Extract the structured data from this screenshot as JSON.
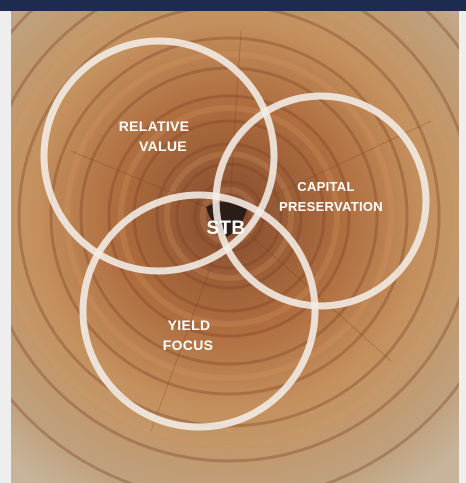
{
  "diagram": {
    "circles": [
      {
        "id": "relative-value",
        "label_lines": [
          "RELATIVE",
          "VALUE"
        ]
      },
      {
        "id": "capital-preservation",
        "label_lines": [
          "CAPITAL",
          "PRESERVATION"
        ]
      },
      {
        "id": "yield-focus",
        "label_lines": [
          "YIELD",
          "FOCUS"
        ]
      }
    ],
    "center_label": "STB"
  },
  "colors": {
    "top_bar": "#1d2b4f",
    "circle_stroke": "#f3ede6",
    "center_fill": "#2a1c16"
  }
}
